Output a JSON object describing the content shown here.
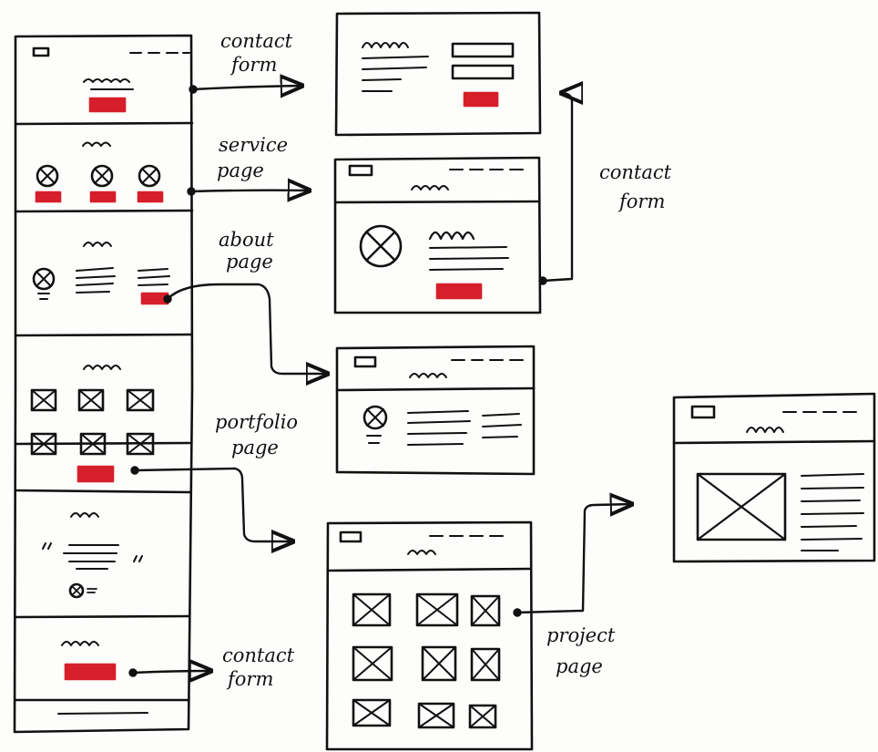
{
  "colors": {
    "ink": "#111111",
    "accent": "#d61f2a",
    "paper": "#fdfdfb"
  },
  "labels": {
    "contact_form_top": [
      "contact",
      "form"
    ],
    "service_page": [
      "service",
      "page"
    ],
    "about_page": [
      "about",
      "page"
    ],
    "portfolio_page": [
      "portfolio",
      "page"
    ],
    "contact_form_bottom": [
      "contact",
      "form"
    ],
    "contact_form_right": [
      "contact",
      "form"
    ],
    "project_page": [
      "project",
      "page"
    ]
  },
  "icons": {
    "placeholder": "crossed-circle-icon",
    "image": "image-placeholder-icon",
    "logo": "logo-icon",
    "cta": "red-cta-button"
  }
}
